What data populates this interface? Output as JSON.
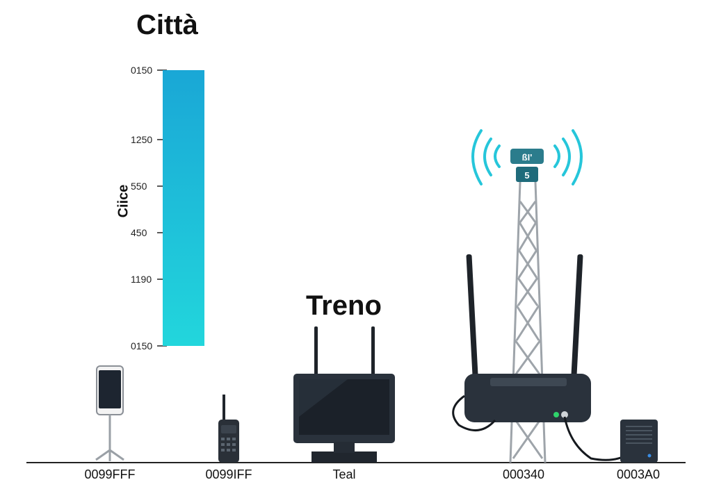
{
  "chart_data": {
    "type": "bar",
    "title": "Città",
    "subtitle": "Treno",
    "ylabel": "Ciice",
    "y_tick_labels": [
      "0150",
      "1250",
      "550",
      "450",
      "1190",
      "0150"
    ],
    "categories": [
      "0099FFF",
      "0099IFF",
      "Teal",
      "000340",
      "0003A0"
    ],
    "series": [
      {
        "values": [
          1,
          null,
          null,
          null,
          null
        ]
      }
    ],
    "bar_color": "#1fc8d8",
    "grid": false
  },
  "icons": [
    "smartphone-icon",
    "walkie-talkie-icon",
    "monitor-icon",
    "router-icon",
    "cell-tower-icon",
    "signal-waves-icon",
    "speaker-icon"
  ],
  "tower_badge": {
    "top": "ßΙ'",
    "bottom": "5"
  },
  "colors": {
    "accent": "#1fc8d8",
    "device": "#2a3340",
    "signal": "#26c6da"
  }
}
